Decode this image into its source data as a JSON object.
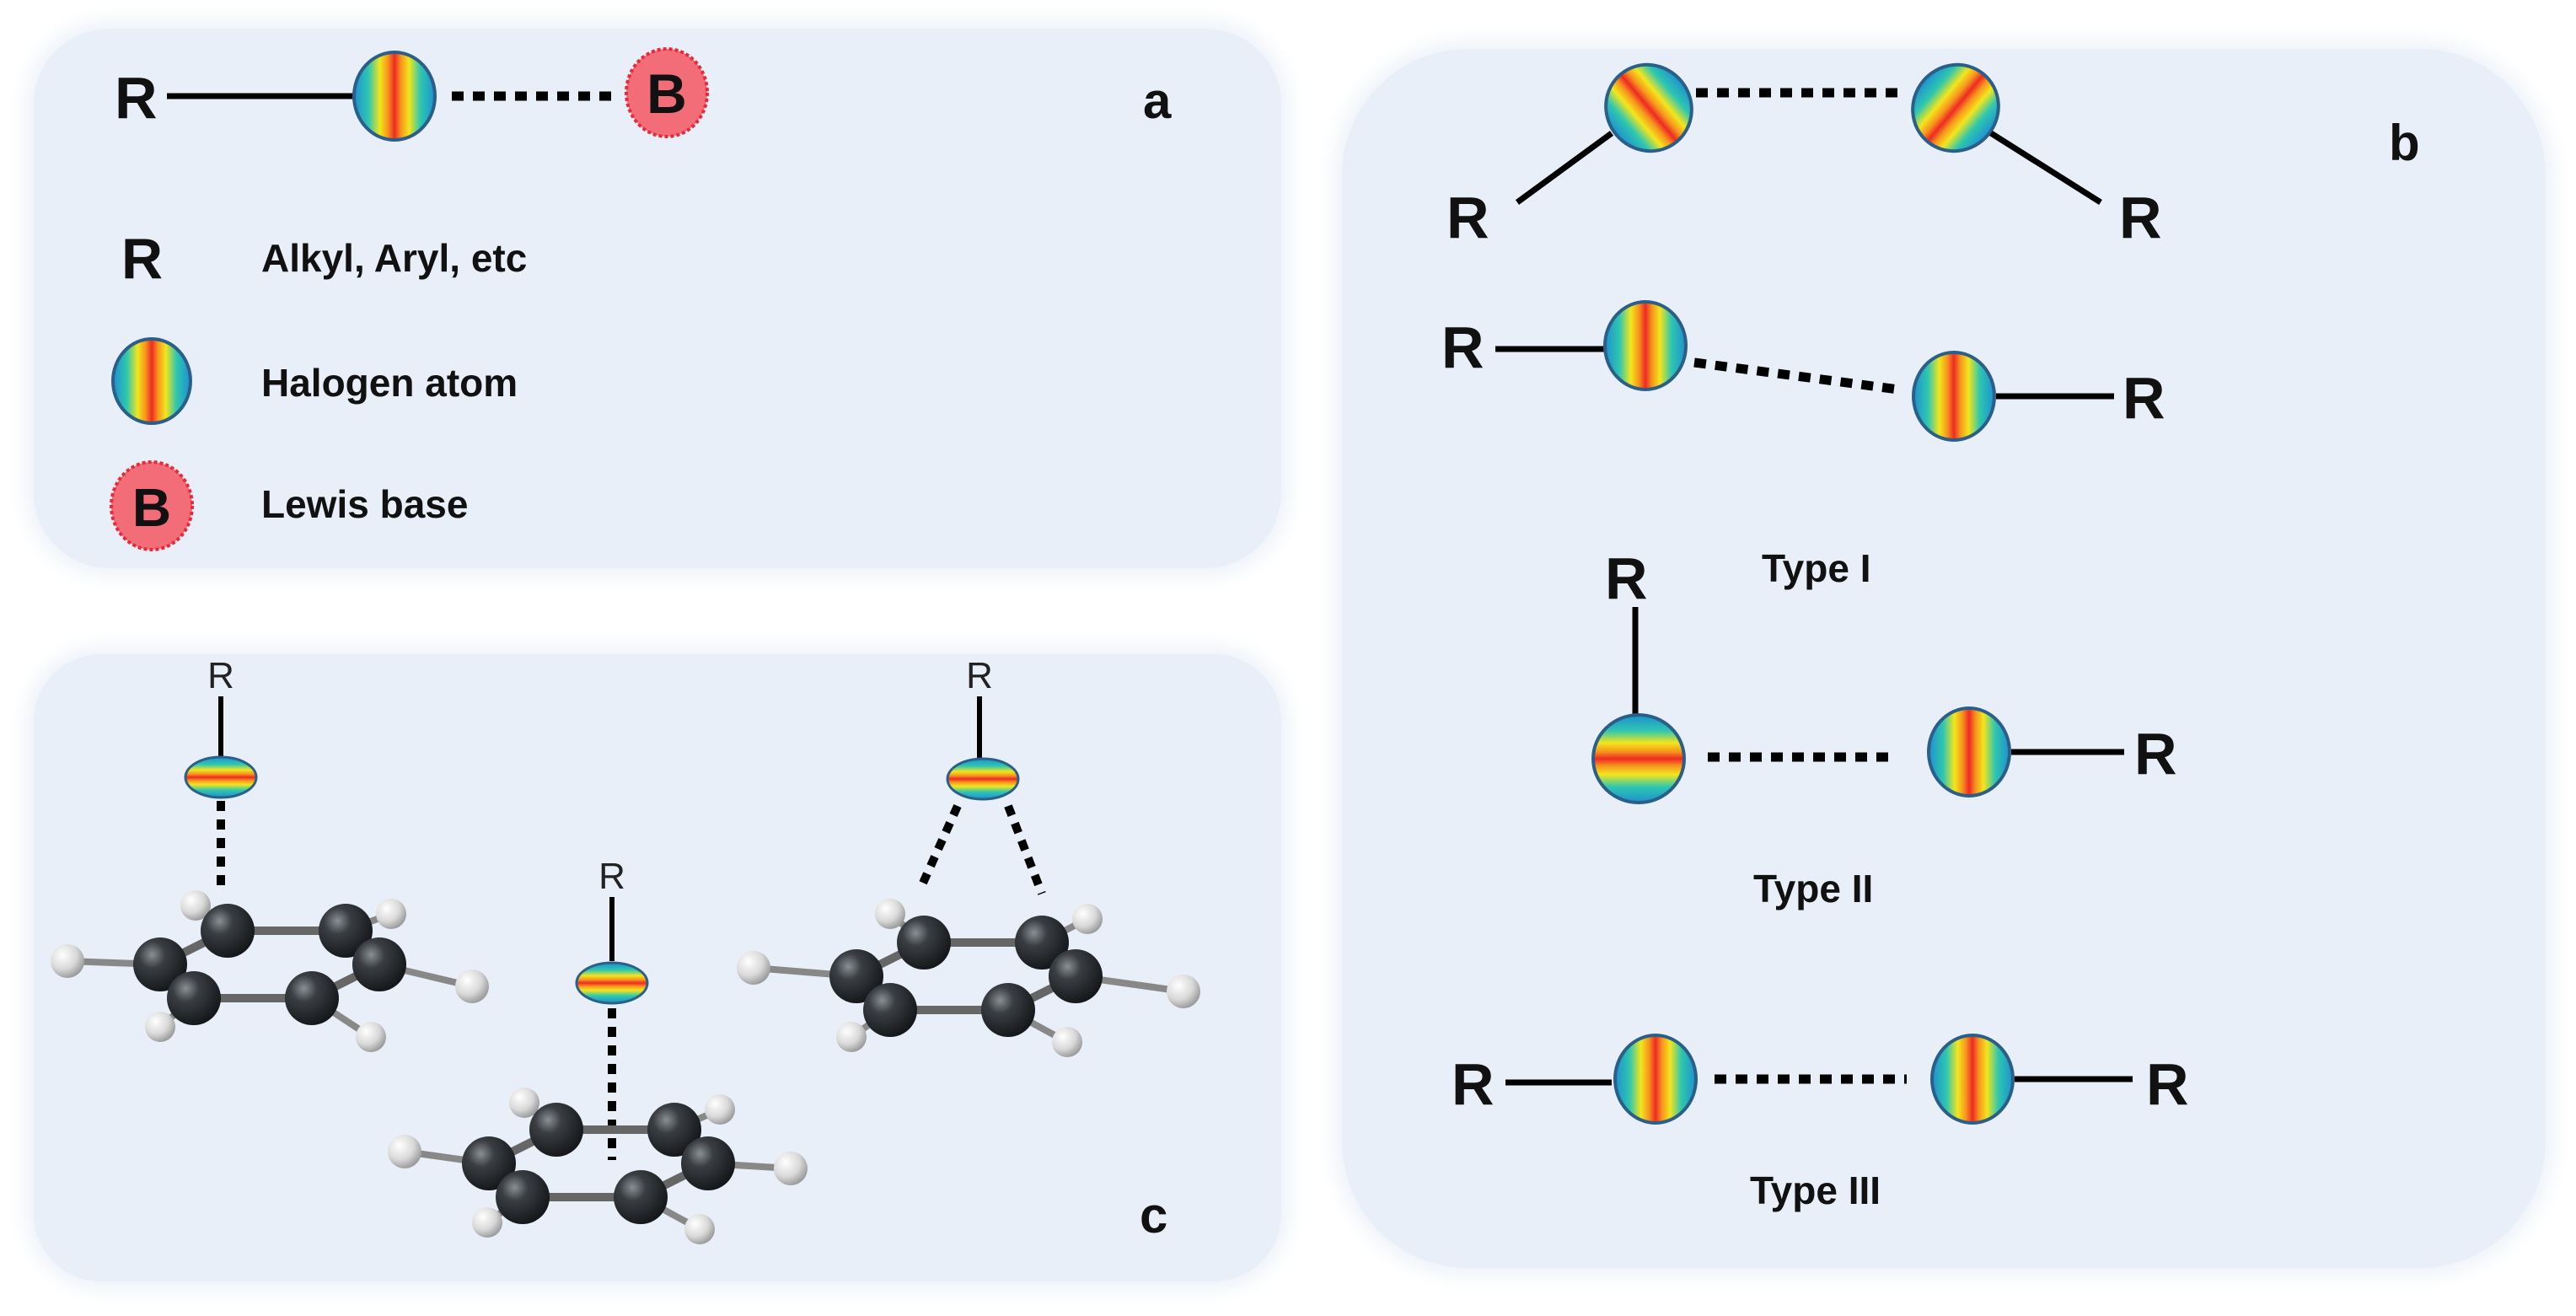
{
  "panels": {
    "a": {
      "letter": "a",
      "r_symbol": "R",
      "b_symbol": "B",
      "legend": [
        {
          "symbol": "R",
          "text": "Alkyl, Aryl, etc"
        },
        {
          "symbol": "halogen-icon",
          "text": "Halogen atom"
        },
        {
          "symbol": "B",
          "text": "Lewis base"
        }
      ]
    },
    "b": {
      "letter": "b",
      "r_symbol": "R",
      "types": [
        "Type I",
        "Type II",
        "Type III"
      ]
    },
    "c": {
      "letter": "c",
      "r_symbol": "R"
    }
  },
  "colors": {
    "panel_bg": "#e8eff8",
    "lewis_base": "#f26d78",
    "halogen_gradient": [
      "#1e8fd0",
      "#2ec7b0",
      "#f3e61c",
      "#f7941d",
      "#ee2a24",
      "#f7941d",
      "#f3e61c",
      "#2ec7b0",
      "#1e8fd0"
    ],
    "carbon": "#2d3033",
    "hydrogen": "#e8e8e8"
  }
}
